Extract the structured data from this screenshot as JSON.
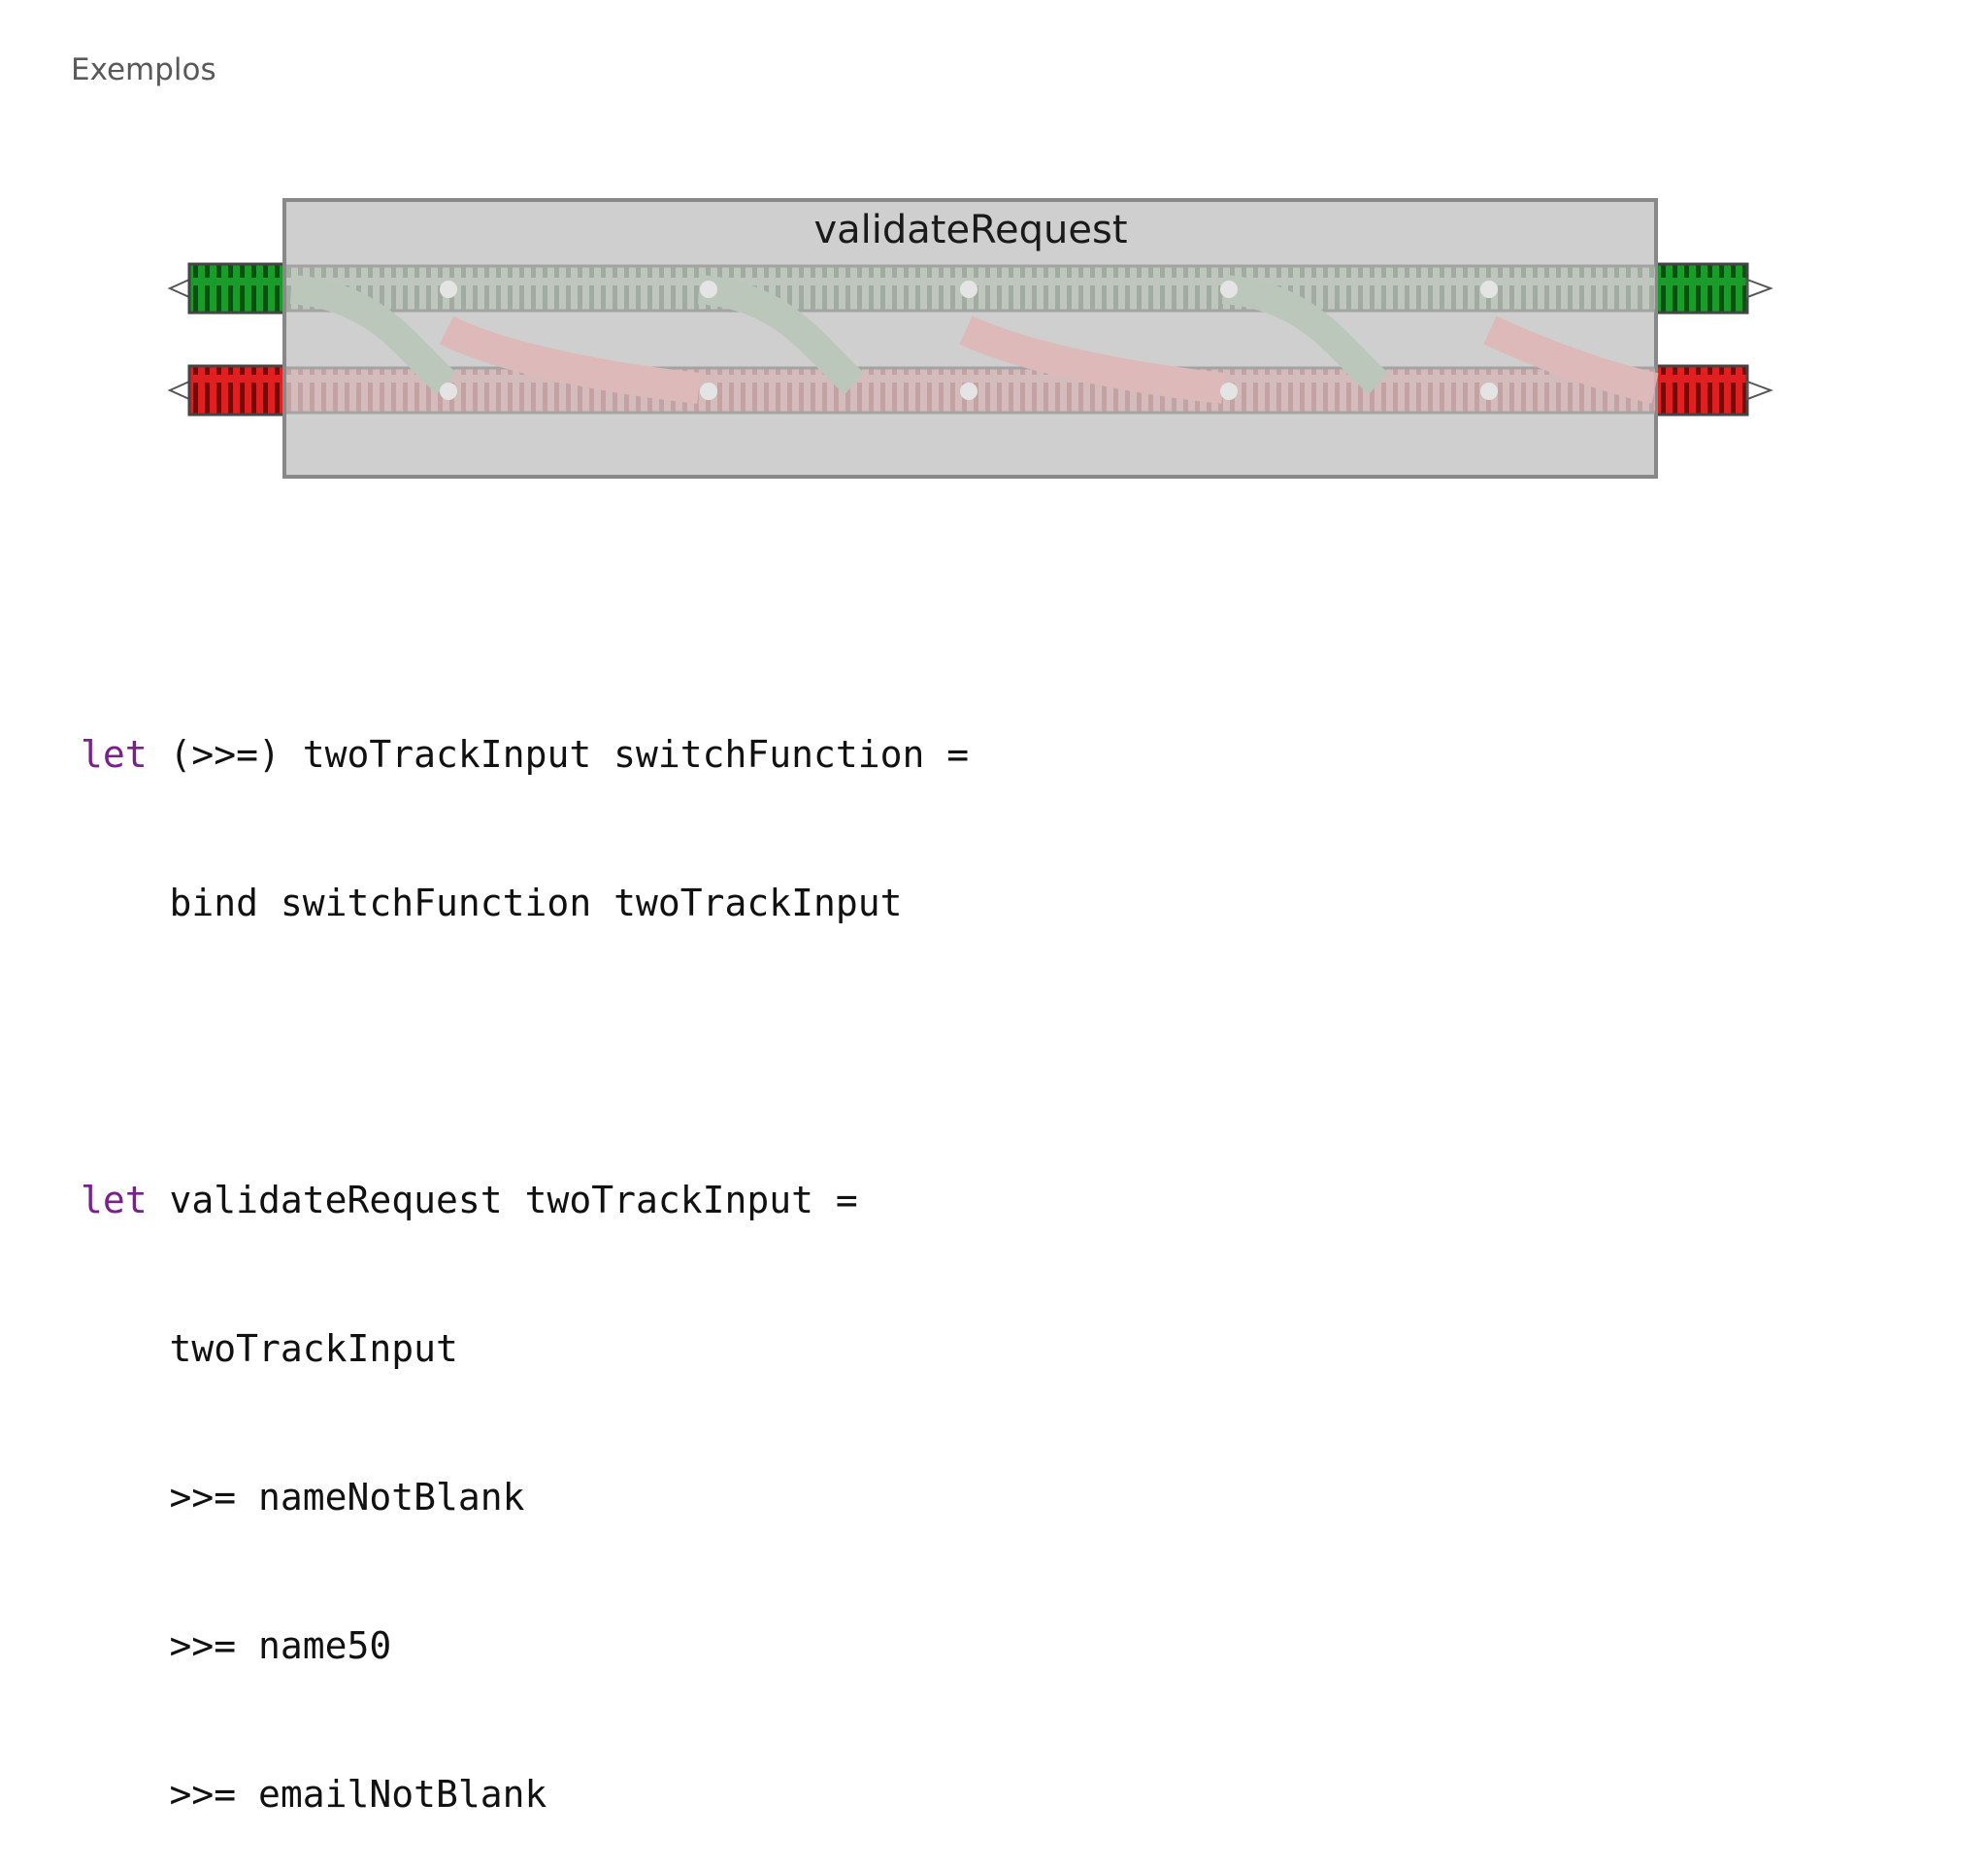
{
  "slide": {
    "title": "Exemplos"
  },
  "diagram": {
    "box_label": "validateRequest",
    "success_track_color": "#1a9c2a",
    "failure_track_color": "#e02020",
    "box_color": "#cfcfcf",
    "box_border_color": "#888888"
  },
  "code": {
    "block1": {
      "keyword": "let",
      "line1_rest": " (>>=) twoTrackInput switchFunction =",
      "line2": "    bind switchFunction twoTrackInput"
    },
    "block2": {
      "keyword": "let",
      "line1_rest": " validateRequest twoTrackInput =",
      "line2": "    twoTrackInput",
      "line3": "    >>= nameNotBlank",
      "line4": "    >>= name50",
      "line5": "    >>= emailNotBlank"
    }
  }
}
